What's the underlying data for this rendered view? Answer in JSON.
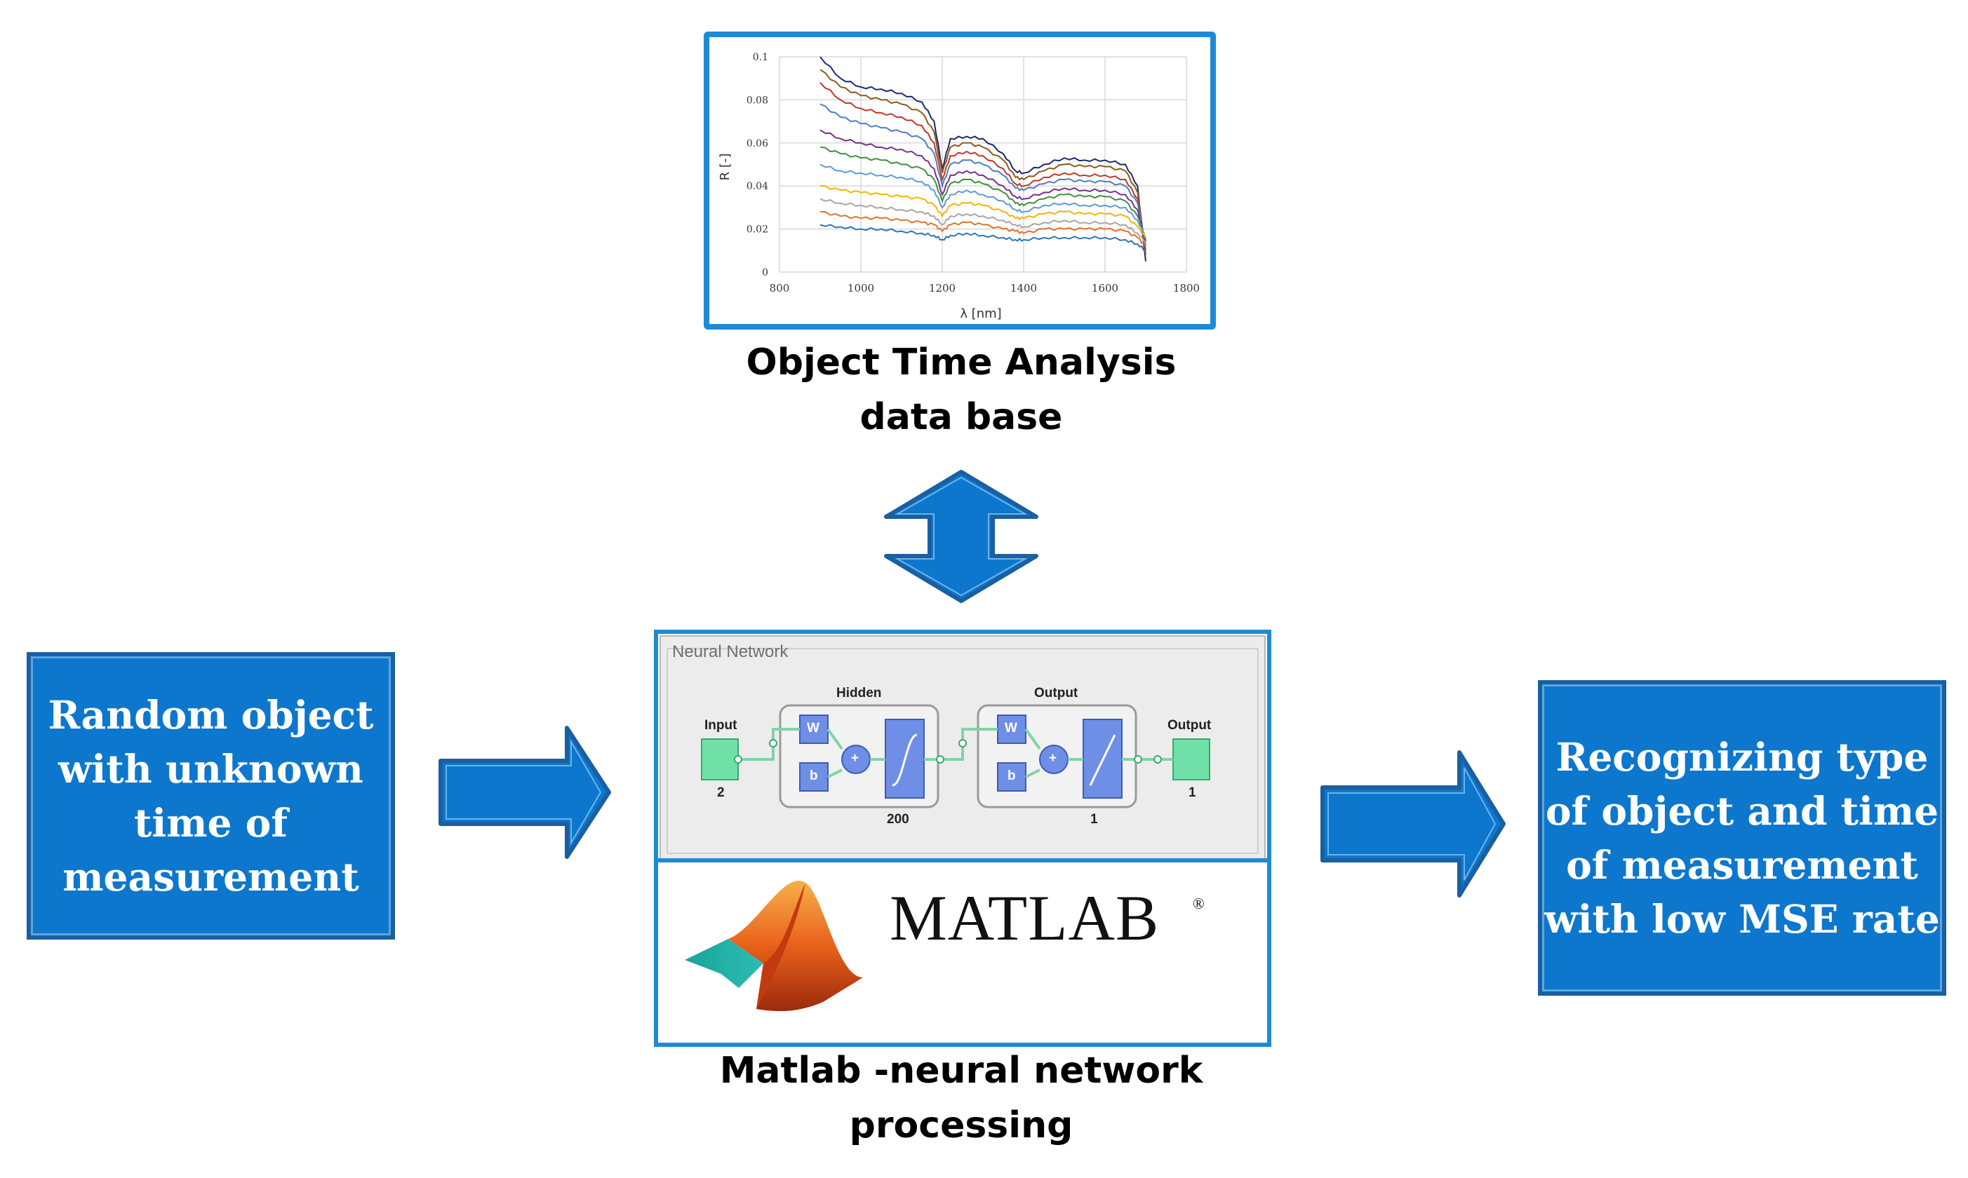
{
  "top": {
    "caption_line1": "Object Time Analysis",
    "caption_line2": "data base"
  },
  "chart_data": {
    "type": "line",
    "xlabel": "λ [nm]",
    "ylabel": "R [-]",
    "xlim": [
      800,
      1800
    ],
    "ylim": [
      0,
      0.1
    ],
    "x_ticks": [
      "800",
      "1000",
      "1200",
      "1400",
      "1600",
      "1800"
    ],
    "y_ticks": [
      "0",
      "0.02",
      "0.04",
      "0.06",
      "0.08",
      "0.1"
    ],
    "grid": true,
    "x": [
      900,
      950,
      1000,
      1050,
      1100,
      1150,
      1180,
      1200,
      1220,
      1260,
      1300,
      1350,
      1380,
      1400,
      1450,
      1500,
      1550,
      1600,
      1650,
      1680,
      1700
    ],
    "series": [
      {
        "color": "#1a2a6c",
        "values": [
          0.1,
          0.09,
          0.086,
          0.085,
          0.083,
          0.079,
          0.07,
          0.048,
          0.062,
          0.063,
          0.062,
          0.055,
          0.047,
          0.046,
          0.05,
          0.053,
          0.052,
          0.052,
          0.05,
          0.04,
          0.005
        ]
      },
      {
        "color": "#8b5a1a",
        "values": [
          0.094,
          0.086,
          0.082,
          0.08,
          0.078,
          0.074,
          0.065,
          0.046,
          0.058,
          0.06,
          0.058,
          0.052,
          0.044,
          0.043,
          0.047,
          0.05,
          0.049,
          0.049,
          0.047,
          0.037,
          0.008
        ]
      },
      {
        "color": "#c0392b",
        "values": [
          0.088,
          0.08,
          0.076,
          0.074,
          0.072,
          0.068,
          0.06,
          0.043,
          0.054,
          0.056,
          0.054,
          0.048,
          0.041,
          0.04,
          0.044,
          0.046,
          0.045,
          0.045,
          0.043,
          0.034,
          0.01
        ]
      },
      {
        "color": "#4a7fc1",
        "values": [
          0.078,
          0.072,
          0.069,
          0.067,
          0.065,
          0.062,
          0.055,
          0.04,
          0.05,
          0.052,
          0.05,
          0.045,
          0.039,
          0.038,
          0.041,
          0.043,
          0.042,
          0.042,
          0.04,
          0.032,
          0.012
        ]
      },
      {
        "color": "#7a2f8c",
        "values": [
          0.066,
          0.062,
          0.06,
          0.058,
          0.057,
          0.054,
          0.048,
          0.036,
          0.045,
          0.047,
          0.045,
          0.04,
          0.035,
          0.034,
          0.037,
          0.039,
          0.038,
          0.038,
          0.036,
          0.029,
          0.014
        ]
      },
      {
        "color": "#3f8f3f",
        "values": [
          0.058,
          0.055,
          0.053,
          0.052,
          0.05,
          0.048,
          0.043,
          0.033,
          0.041,
          0.043,
          0.041,
          0.037,
          0.032,
          0.031,
          0.034,
          0.036,
          0.035,
          0.035,
          0.033,
          0.026,
          0.015
        ]
      },
      {
        "color": "#5b9bd5",
        "values": [
          0.05,
          0.047,
          0.046,
          0.045,
          0.044,
          0.042,
          0.038,
          0.03,
          0.036,
          0.038,
          0.036,
          0.033,
          0.029,
          0.028,
          0.031,
          0.032,
          0.031,
          0.031,
          0.03,
          0.024,
          0.016
        ]
      },
      {
        "color": "#f4b400",
        "values": [
          0.04,
          0.038,
          0.037,
          0.036,
          0.035,
          0.034,
          0.031,
          0.026,
          0.031,
          0.032,
          0.031,
          0.028,
          0.025,
          0.025,
          0.027,
          0.028,
          0.027,
          0.027,
          0.026,
          0.021,
          0.016
        ]
      },
      {
        "color": "#a6a6a6",
        "values": [
          0.034,
          0.032,
          0.031,
          0.03,
          0.029,
          0.028,
          0.026,
          0.022,
          0.026,
          0.027,
          0.026,
          0.024,
          0.022,
          0.021,
          0.023,
          0.024,
          0.023,
          0.023,
          0.022,
          0.018,
          0.014
        ]
      },
      {
        "color": "#e0722b",
        "values": [
          0.028,
          0.026,
          0.025,
          0.025,
          0.024,
          0.023,
          0.022,
          0.019,
          0.022,
          0.023,
          0.022,
          0.02,
          0.019,
          0.018,
          0.02,
          0.02,
          0.02,
          0.02,
          0.019,
          0.016,
          0.012
        ]
      },
      {
        "color": "#2e75b6",
        "values": [
          0.022,
          0.021,
          0.02,
          0.02,
          0.019,
          0.018,
          0.017,
          0.015,
          0.017,
          0.018,
          0.017,
          0.016,
          0.015,
          0.015,
          0.016,
          0.016,
          0.016,
          0.016,
          0.015,
          0.013,
          0.01
        ]
      }
    ]
  },
  "left_box": {
    "lines": [
      "Random object",
      "with unknown",
      "time of",
      "measurement"
    ]
  },
  "right_box": {
    "lines": [
      "Recognizing type",
      "of object and time",
      "of measurement",
      "with low MSE rate"
    ]
  },
  "nn": {
    "panel_title": "Neural Network",
    "input_label": "Input",
    "input_count": "2",
    "hidden_label": "Hidden",
    "hidden_count": "200",
    "output_layer_label": "Output",
    "output_layer_count": "1",
    "output_label": "Output",
    "output_count": "1",
    "w_label": "W",
    "b_label": "b",
    "plus_label": "+"
  },
  "matlab": {
    "logo_text": "MATLAB",
    "reg": "®"
  },
  "bottom": {
    "caption_line1": "Matlab -neural network",
    "caption_line2": "processing"
  },
  "colors": {
    "box_blue": "#0d77cd",
    "border_blue": "#1f8ad4",
    "nn_green": "#6fe0a8",
    "nn_blue": "#6f8fe6"
  }
}
